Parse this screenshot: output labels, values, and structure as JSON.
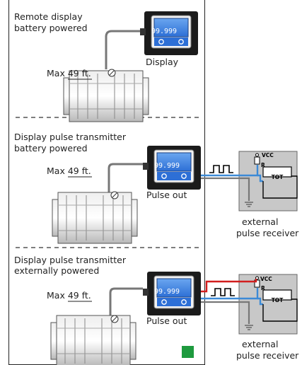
{
  "sections": [
    {
      "title_line1": "Remote display",
      "title_line2": "battery powered",
      "cable_label": "Max 49 ft.",
      "device_label": "Display",
      "display_value": "99.999"
    },
    {
      "title_line1": "Display pulse transmitter",
      "title_line2": "battery powered",
      "cable_label": "Max 49 ft.",
      "device_label": "Pulse out",
      "display_value": "99.999",
      "receiver": {
        "vcc_label": "VCC",
        "r_label": "R",
        "tot_label": "TOT",
        "caption_line1": "external",
        "caption_line2": "pulse receiver"
      }
    },
    {
      "title_line1": "Display pulse transmitter",
      "title_line2": "externally powered",
      "cable_label": "Max 49 ft.",
      "device_label": "Pulse out",
      "display_value": "99.999",
      "receiver": {
        "vcc_label": "VCC",
        "r_label": "R",
        "tot_label": "TOT",
        "caption_line1": "external",
        "caption_line2": "pulse receiver"
      }
    }
  ],
  "colors": {
    "panel_border": "#222222",
    "display_body": "#1b1b1b",
    "display_screen": "#2d6fd6",
    "receiver_box": "#c8c8c8",
    "signal_wire": "#3c8ad6",
    "power_wire": "#d21e1e",
    "indicator": "#1e9a3e"
  }
}
